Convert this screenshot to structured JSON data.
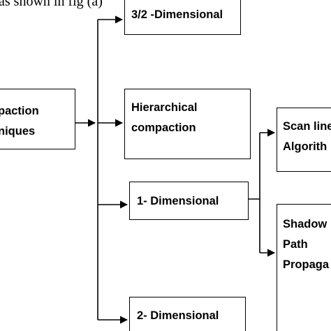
{
  "caption": "as shown in fig (a)",
  "nodes": {
    "compaction": {
      "lines": [
        "paction",
        "niques"
      ]
    },
    "three_halves": {
      "lines": [
        "3/2 -Dimensional"
      ]
    },
    "hierarchical": {
      "lines": [
        "Hierarchical",
        "compaction"
      ]
    },
    "one_dim": {
      "lines": [
        "1- Dimensional"
      ]
    },
    "two_dim": {
      "lines": [
        "2- Dimensional"
      ]
    },
    "scan_line": {
      "lines": [
        "Scan line",
        "Algorith"
      ]
    },
    "shadow": {
      "lines": [
        "Shadow",
        "Path",
        "Propaga"
      ]
    }
  }
}
